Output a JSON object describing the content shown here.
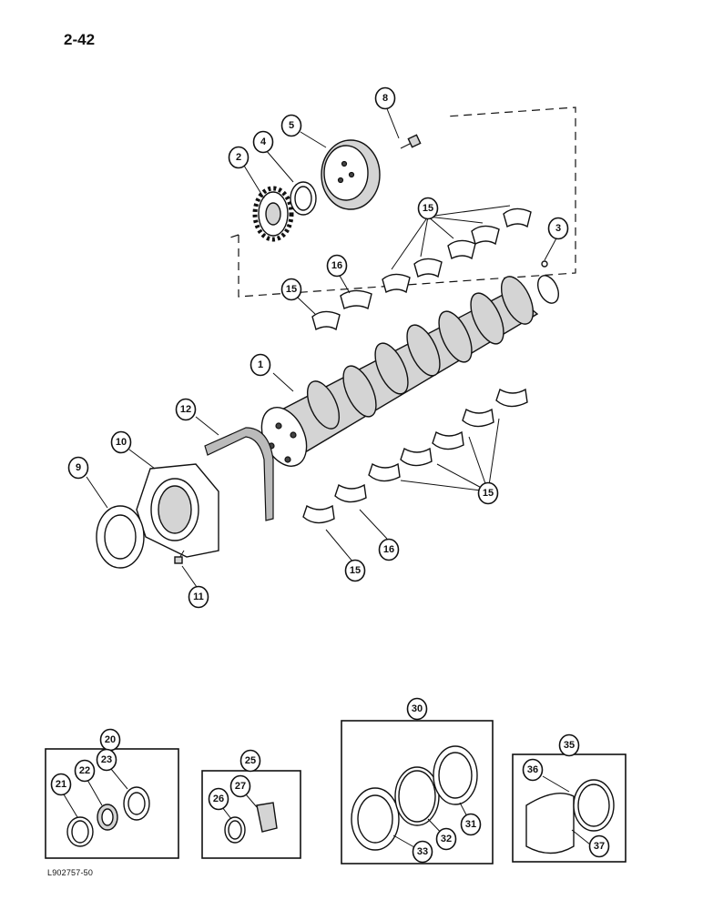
{
  "page": {
    "number": "2-42",
    "figure_code": "L902757-50"
  },
  "callouts": [
    "1",
    "2",
    "3",
    "4",
    "5",
    "8",
    "9",
    "10",
    "11",
    "12",
    "15",
    "16",
    "20",
    "21",
    "22",
    "23",
    "25",
    "26",
    "27",
    "30",
    "31",
    "32",
    "33",
    "35",
    "36",
    "37"
  ]
}
